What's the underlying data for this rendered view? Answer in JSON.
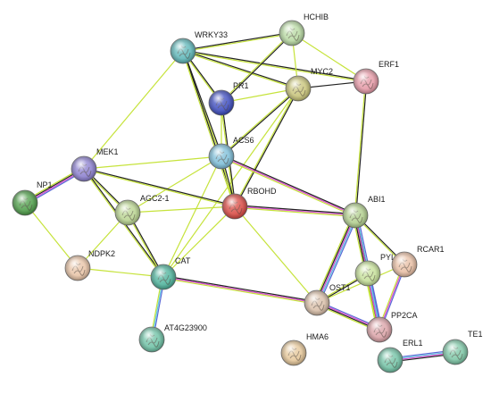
{
  "network": {
    "nodes": [
      {
        "id": "HCHIB",
        "label": "HCHIB",
        "color": "#b8d9a3"
      },
      {
        "id": "WRKY33",
        "label": "WRKY33",
        "color": "#5fb7b9"
      },
      {
        "id": "MYC2",
        "label": "MYC2",
        "color": "#c8c47a"
      },
      {
        "id": "ERF1",
        "label": "ERF1",
        "color": "#e59aa7"
      },
      {
        "id": "PR1",
        "label": "PR1",
        "color": "#3d4cbf"
      },
      {
        "id": "ACS6",
        "label": "ACS6",
        "color": "#7fbfd9"
      },
      {
        "id": "MEK1",
        "label": "MEK1",
        "color": "#8c80cf"
      },
      {
        "id": "NP1",
        "label": "NP1",
        "color": "#4f9e4a"
      },
      {
        "id": "AGC2-1",
        "label": "AGC2-1",
        "color": "#b9d491"
      },
      {
        "id": "RBOHD",
        "label": "RBOHD",
        "color": "#d94b44"
      },
      {
        "id": "ABI1",
        "label": "ABI1",
        "color": "#b2cf8f"
      },
      {
        "id": "NDPK2",
        "label": "NDPK2",
        "color": "#e8c4a7"
      },
      {
        "id": "CAT",
        "label": "CAT",
        "color": "#4fb39c"
      },
      {
        "id": "PYL2",
        "label": "PYL2",
        "color": "#c6e09a"
      },
      {
        "id": "RCAR1",
        "label": "RCAR1",
        "color": "#e8bfa5"
      },
      {
        "id": "OST1",
        "label": "OST1",
        "color": "#d9bfa9"
      },
      {
        "id": "PP2CA",
        "label": "PP2CA",
        "color": "#dba3a8"
      },
      {
        "id": "AT4G23900",
        "label": "AT4G23900",
        "color": "#6fc2a6"
      },
      {
        "id": "HMA6",
        "label": "HMA6",
        "color": "#e5c79a"
      },
      {
        "id": "ERL1",
        "label": "ERL1",
        "color": "#72c2a5"
      },
      {
        "id": "TE1",
        "label": "TE1",
        "color": "#7fc7a7"
      }
    ],
    "edges": [
      {
        "from": "WRKY33",
        "to": "HCHIB",
        "colors": [
          "#222222",
          "#c6e33b"
        ]
      },
      {
        "from": "WRKY33",
        "to": "MYC2",
        "colors": [
          "#222222",
          "#c6e33b"
        ]
      },
      {
        "from": "WRKY33",
        "to": "ERF1",
        "colors": [
          "#222222",
          "#c6e33b"
        ]
      },
      {
        "from": "WRKY33",
        "to": "PR1",
        "colors": [
          "#222222",
          "#c6e33b"
        ]
      },
      {
        "from": "WRKY33",
        "to": "ACS6",
        "colors": [
          "#222222",
          "#c6e33b"
        ]
      },
      {
        "from": "WRKY33",
        "to": "RBOHD",
        "colors": [
          "#222222",
          "#c6e33b"
        ]
      },
      {
        "from": "WRKY33",
        "to": "MEK1",
        "colors": [
          "#c6e33b"
        ]
      },
      {
        "from": "HCHIB",
        "to": "MYC2",
        "colors": [
          "#c6e33b"
        ]
      },
      {
        "from": "HCHIB",
        "to": "ERF1",
        "colors": [
          "#c6e33b"
        ]
      },
      {
        "from": "HCHIB",
        "to": "PR1",
        "colors": [
          "#222222",
          "#c6e33b"
        ]
      },
      {
        "from": "MYC2",
        "to": "ERF1",
        "colors": [
          "#222222"
        ]
      },
      {
        "from": "MYC2",
        "to": "PR1",
        "colors": [
          "#c6e33b"
        ]
      },
      {
        "from": "MYC2",
        "to": "ACS6",
        "colors": [
          "#222222",
          "#c6e33b"
        ]
      },
      {
        "from": "MYC2",
        "to": "RBOHD",
        "colors": [
          "#222222",
          "#c6e33b"
        ]
      },
      {
        "from": "MYC2",
        "to": "CAT",
        "colors": [
          "#c6e33b"
        ]
      },
      {
        "from": "ERF1",
        "to": "ABI1",
        "colors": [
          "#222222",
          "#c6e33b"
        ]
      },
      {
        "from": "PR1",
        "to": "ACS6",
        "colors": [
          "#c6e33b"
        ]
      },
      {
        "from": "PR1",
        "to": "RBOHD",
        "colors": [
          "#222222",
          "#c6e33b"
        ]
      },
      {
        "from": "ACS6",
        "to": "MEK1",
        "colors": [
          "#c6e33b"
        ]
      },
      {
        "from": "ACS6",
        "to": "AGC2-1",
        "colors": [
          "#c6e33b"
        ]
      },
      {
        "from": "ACS6",
        "to": "RBOHD",
        "colors": [
          "#222222",
          "#c6e33b"
        ]
      },
      {
        "from": "ACS6",
        "to": "ABI1",
        "colors": [
          "#222222",
          "#d94dd1",
          "#c6e33b"
        ]
      },
      {
        "from": "ACS6",
        "to": "CAT",
        "colors": [
          "#c6e33b"
        ]
      },
      {
        "from": "MEK1",
        "to": "NP1",
        "colors": [
          "#5a6ad6",
          "#d94dd1",
          "#222222",
          "#c6e33b"
        ]
      },
      {
        "from": "MEK1",
        "to": "AGC2-1",
        "colors": [
          "#222222",
          "#c6e33b"
        ]
      },
      {
        "from": "MEK1",
        "to": "RBOHD",
        "colors": [
          "#222222",
          "#c6e33b"
        ]
      },
      {
        "from": "MEK1",
        "to": "CAT",
        "colors": [
          "#222222",
          "#c6e33b"
        ]
      },
      {
        "from": "NP1",
        "to": "NDPK2",
        "colors": [
          "#c6e33b"
        ]
      },
      {
        "from": "AGC2-1",
        "to": "RBOHD",
        "colors": [
          "#c6e33b"
        ]
      },
      {
        "from": "AGC2-1",
        "to": "CAT",
        "colors": [
          "#222222",
          "#c6e33b"
        ]
      },
      {
        "from": "AGC2-1",
        "to": "NDPK2",
        "colors": [
          "#c6e33b"
        ]
      },
      {
        "from": "RBOHD",
        "to": "ABI1",
        "colors": [
          "#222222",
          "#d94dd1",
          "#c6e33b"
        ]
      },
      {
        "from": "RBOHD",
        "to": "CAT",
        "colors": [
          "#c6e33b"
        ]
      },
      {
        "from": "RBOHD",
        "to": "OST1",
        "colors": [
          "#c6e33b"
        ]
      },
      {
        "from": "NDPK2",
        "to": "CAT",
        "colors": [
          "#c6e33b"
        ]
      },
      {
        "from": "CAT",
        "to": "AT4G23900",
        "colors": [
          "#5a6ad6",
          "#5fc8e0",
          "#c6e33b"
        ]
      },
      {
        "from": "CAT",
        "to": "OST1",
        "colors": [
          "#222222",
          "#d94dd1",
          "#c6e33b"
        ]
      },
      {
        "from": "ABI1",
        "to": "PYL2",
        "colors": [
          "#222222",
          "#c6e33b"
        ]
      },
      {
        "from": "ABI1",
        "to": "RCAR1",
        "colors": [
          "#222222",
          "#c6e33b"
        ]
      },
      {
        "from": "ABI1",
        "to": "OST1",
        "colors": [
          "#5a6ad6",
          "#5fc8e0",
          "#d94dd1",
          "#222222",
          "#c6e33b"
        ]
      },
      {
        "from": "ABI1",
        "to": "PP2CA",
        "colors": [
          "#5a6ad6",
          "#5fc8e0",
          "#d94dd1",
          "#222222",
          "#c6e33b"
        ]
      },
      {
        "from": "PYL2",
        "to": "OST1",
        "colors": [
          "#222222",
          "#c6e33b"
        ]
      },
      {
        "from": "PYL2",
        "to": "PP2CA",
        "colors": [
          "#5a6ad6",
          "#5fc8e0",
          "#d94dd1",
          "#c6e33b"
        ]
      },
      {
        "from": "RCAR1",
        "to": "PP2CA",
        "colors": [
          "#5a6ad6",
          "#d94dd1",
          "#c6e33b"
        ]
      },
      {
        "from": "RCAR1",
        "to": "OST1",
        "colors": [
          "#c6e33b"
        ]
      },
      {
        "from": "OST1",
        "to": "PP2CA",
        "colors": [
          "#5a6ad6",
          "#d94dd1",
          "#222222",
          "#c6e33b"
        ]
      },
      {
        "from": "ERL1",
        "to": "TE1",
        "colors": [
          "#5a6ad6",
          "#5fc8e0",
          "#d94dd1",
          "#222222"
        ]
      }
    ]
  }
}
